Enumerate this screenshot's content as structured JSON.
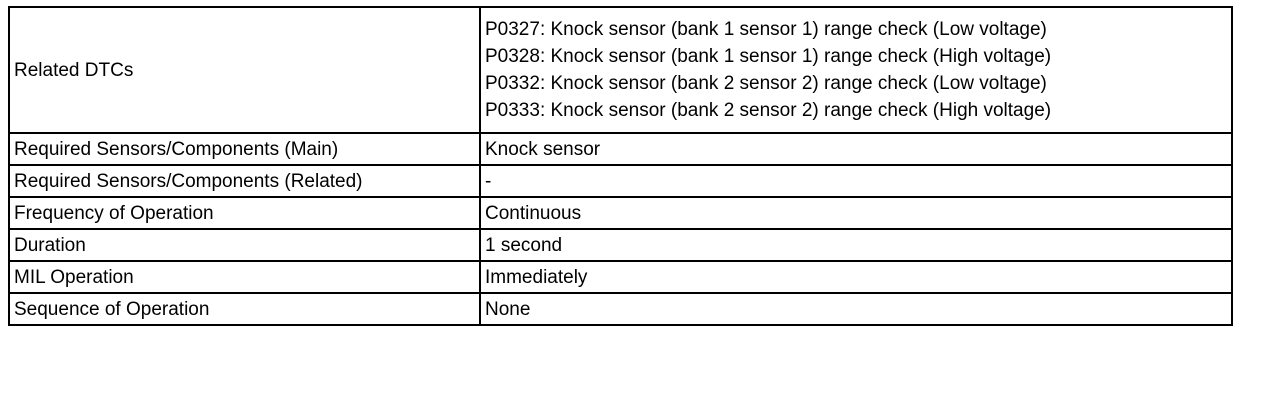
{
  "rows": [
    {
      "label": "Related DTCs",
      "values": [
        "P0327: Knock sensor (bank 1 sensor 1) range check (Low voltage)",
        "P0328: Knock sensor (bank 1 sensor 1) range check (High voltage)",
        "P0332: Knock sensor (bank 2 sensor 2) range check (Low voltage)",
        "P0333: Knock sensor (bank 2 sensor 2) range check (High voltage)"
      ]
    },
    {
      "label": "Required Sensors/Components (Main)",
      "value": "Knock sensor"
    },
    {
      "label": "Required Sensors/Components (Related)",
      "value": "-"
    },
    {
      "label": "Frequency of Operation",
      "value": "Continuous"
    },
    {
      "label": "Duration",
      "value": "1 second"
    },
    {
      "label": "MIL Operation",
      "value": "Immediately"
    },
    {
      "label": "Sequence of Operation",
      "value": "None"
    }
  ]
}
